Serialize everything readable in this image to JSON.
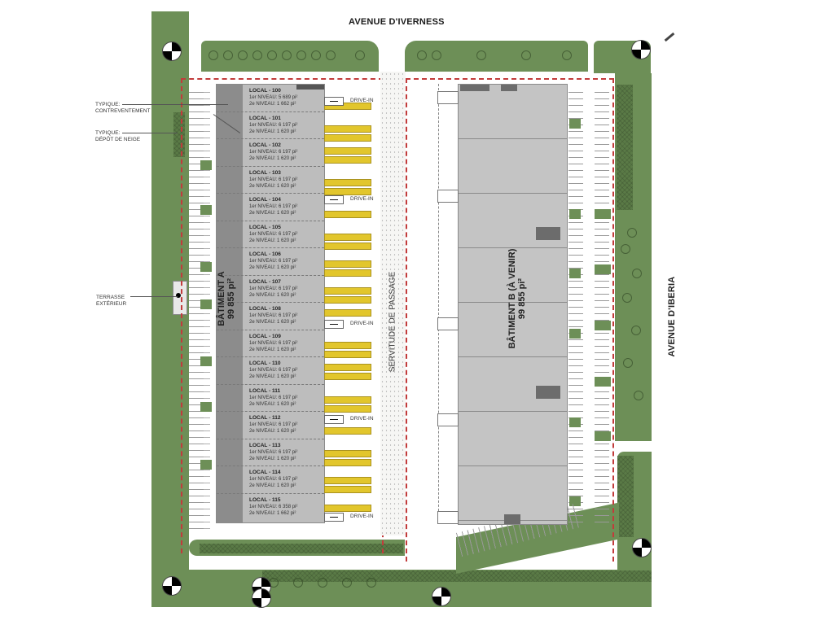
{
  "streets": {
    "north": "AVENUE D'IVERNESS",
    "east": "AVENUE D'IBERIA"
  },
  "building_a": {
    "title": "BÂTIMENT A",
    "area": "99 855 pi²",
    "units": [
      {
        "name": "LOCAL - 100",
        "level1": "1er NIVEAU: 5 689 pi²",
        "level2": "2e NIVEAU: 1 662 pi²"
      },
      {
        "name": "LOCAL - 101",
        "level1": "1er NIVEAU: 6 197 pi²",
        "level2": "2e NIVEAU: 1 620 pi²"
      },
      {
        "name": "LOCAL - 102",
        "level1": "1er NIVEAU: 6 197 pi²",
        "level2": "2e NIVEAU: 1 620 pi²"
      },
      {
        "name": "LOCAL - 103",
        "level1": "1er NIVEAU: 6 197 pi²",
        "level2": "2e NIVEAU: 1 620 pi²"
      },
      {
        "name": "LOCAL - 104",
        "level1": "1er NIVEAU: 6 197 pi²",
        "level2": "2e NIVEAU: 1 620 pi²"
      },
      {
        "name": "LOCAL - 105",
        "level1": "1er NIVEAU: 6 197 pi²",
        "level2": "2e NIVEAU: 1 620 pi²"
      },
      {
        "name": "LOCAL - 106",
        "level1": "1er NIVEAU: 6 197 pi²",
        "level2": "2e NIVEAU: 1 620 pi²"
      },
      {
        "name": "LOCAL - 107",
        "level1": "1er NIVEAU: 6 197 pi²",
        "level2": "2e NIVEAU: 1 620 pi²"
      },
      {
        "name": "LOCAL - 108",
        "level1": "1er NIVEAU: 6 197 pi²",
        "level2": "2e NIVEAU: 1 620 pi²"
      },
      {
        "name": "LOCAL - 109",
        "level1": "1er NIVEAU: 6 197 pi²",
        "level2": "2e NIVEAU: 1 620 pi²"
      },
      {
        "name": "LOCAL - 110",
        "level1": "1er NIVEAU: 6 197 pi²",
        "level2": "2e NIVEAU: 1 620 pi²"
      },
      {
        "name": "LOCAL - 111",
        "level1": "1er NIVEAU: 6 197 pi²",
        "level2": "2e NIVEAU: 1 620 pi²"
      },
      {
        "name": "LOCAL - 112",
        "level1": "1er NIVEAU: 6 197 pi²",
        "level2": "2e NIVEAU: 1 620 pi²"
      },
      {
        "name": "LOCAL - 113",
        "level1": "1er NIVEAU: 6 197 pi²",
        "level2": "2e NIVEAU: 1 620 pi²"
      },
      {
        "name": "LOCAL - 114",
        "level1": "1er NIVEAU: 6 197 pi²",
        "level2": "2e NIVEAU: 1 620 pi²"
      },
      {
        "name": "LOCAL - 115",
        "level1": "1er NIVEAU: 6 358 pi²",
        "level2": "2e NIVEAU: 1 662 pi²"
      }
    ]
  },
  "building_b": {
    "title": "BÂTIMENT B (À VENIR)",
    "area": "99 855 pi²"
  },
  "servitude": "SERVITUDE DE PASSAGE",
  "drive_in_label": "DRIVE-IN",
  "callouts": {
    "bracing": "TYPIQUE:\nCONTREVENTEMENT",
    "bracing_l1": "TYPIQUE:",
    "bracing_l2": "CONTREVENTEMENT",
    "snow_l1": "TYPIQUE:",
    "snow_l2": "DÉPÔT DE NEIGE",
    "terrace_l1": "TERRASSE",
    "terrace_l2": "EXTÉRIEUR"
  },
  "colors": {
    "landscape": "#6d8f57",
    "building": "#bdbdbd",
    "property_line": "#c23b3b",
    "loading_dock": "#e2c62c"
  }
}
